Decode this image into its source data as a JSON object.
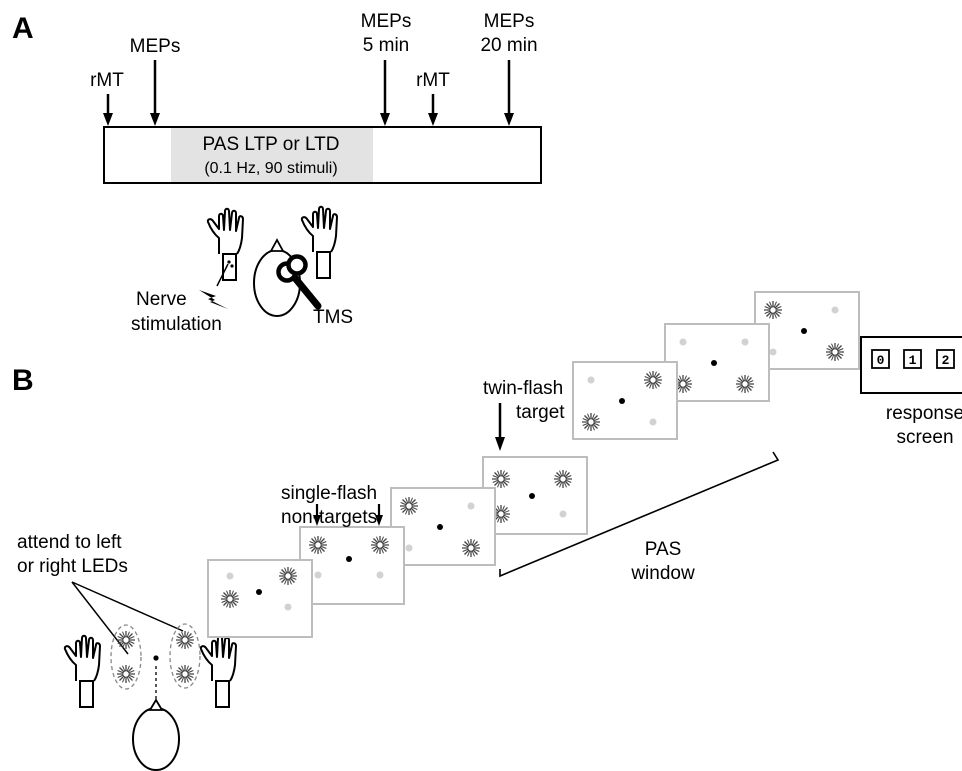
{
  "panel_a": {
    "letter": "A",
    "events": {
      "rmt1": "rMT",
      "meps_baseline": "MEPs",
      "meps5_line1": "MEPs",
      "meps5_line2": "5 min",
      "rmt2": "rMT",
      "meps20_line1": "MEPs",
      "meps20_line2": "20 min"
    },
    "pas_block_title": "PAS LTP or LTD",
    "pas_block_params": "(0.1 Hz, 90 stimuli)",
    "nerve_label_line1": "Nerve",
    "nerve_label_line2": "stimulation",
    "tms_label": "TMS"
  },
  "panel_b": {
    "letter": "B",
    "attend_line1": "attend to left",
    "attend_line2": "or right LEDs",
    "single_line1": "single-flash",
    "single_line2": "non-targets",
    "twin_line1": "twin-flash",
    "twin_line2": "target",
    "pas_window_line1": "PAS",
    "pas_window_line2": "window",
    "response_line1": "response",
    "response_line2": "screen",
    "response_options": [
      "0",
      "1",
      "2"
    ]
  },
  "colors": {
    "ink": "#000000",
    "pas_block_fill": "#e3e3e3",
    "frame_border": "#bdbdbd",
    "led_off": "#d2d2d2",
    "led_flash": "#444444"
  }
}
